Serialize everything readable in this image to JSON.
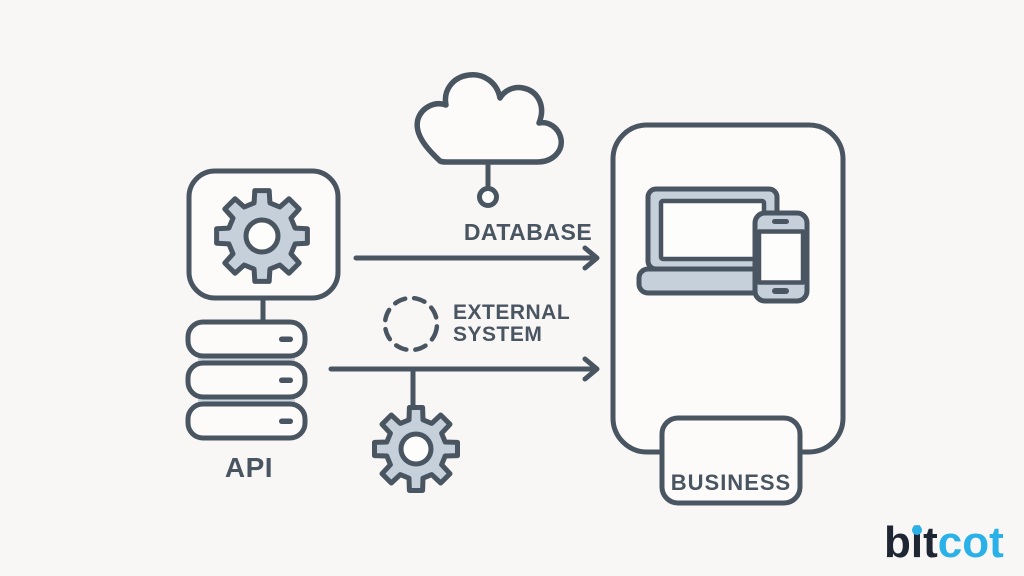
{
  "theme": {
    "background": "#f8f7f5",
    "outline": "#4a5562",
    "steel": "#c6d0db",
    "steel_band": "#ccd5de",
    "panel": "#fcfbf9",
    "text": "#4a5562",
    "logo_dark": "#1e2533",
    "logo_blue": "#29b1e8"
  },
  "labels": {
    "api": "API",
    "database": "DATABASE",
    "external_system": "EXTERNAL\nSYSTEM",
    "business": "BUSINESS"
  },
  "logo": {
    "dark": "bit",
    "blue": "cot"
  },
  "diagram": {
    "type": "architecture-flow",
    "nodes": [
      {
        "id": "api",
        "label": "API",
        "icons": [
          "gear-icon",
          "server-stack-icon"
        ]
      },
      {
        "id": "database",
        "label": "DATABASE",
        "icons": [
          "cloud-icon"
        ]
      },
      {
        "id": "external-system",
        "label": "EXTERNAL SYSTEM",
        "icons": [
          "dashed-circle-icon",
          "gear-icon"
        ]
      },
      {
        "id": "business",
        "label": "BUSINESS",
        "icons": [
          "laptop-icon",
          "smartphone-icon"
        ]
      }
    ],
    "edges": [
      {
        "from": "api",
        "to": "business",
        "via": "DATABASE",
        "type": "arrow"
      },
      {
        "from": "api",
        "to": "business",
        "via": "EXTERNAL SYSTEM",
        "type": "arrow"
      },
      {
        "from": "api-gear-box",
        "to": "api-server-stack",
        "type": "line"
      },
      {
        "from": "external-system-arrow",
        "to": "external-gear",
        "type": "line"
      }
    ]
  }
}
